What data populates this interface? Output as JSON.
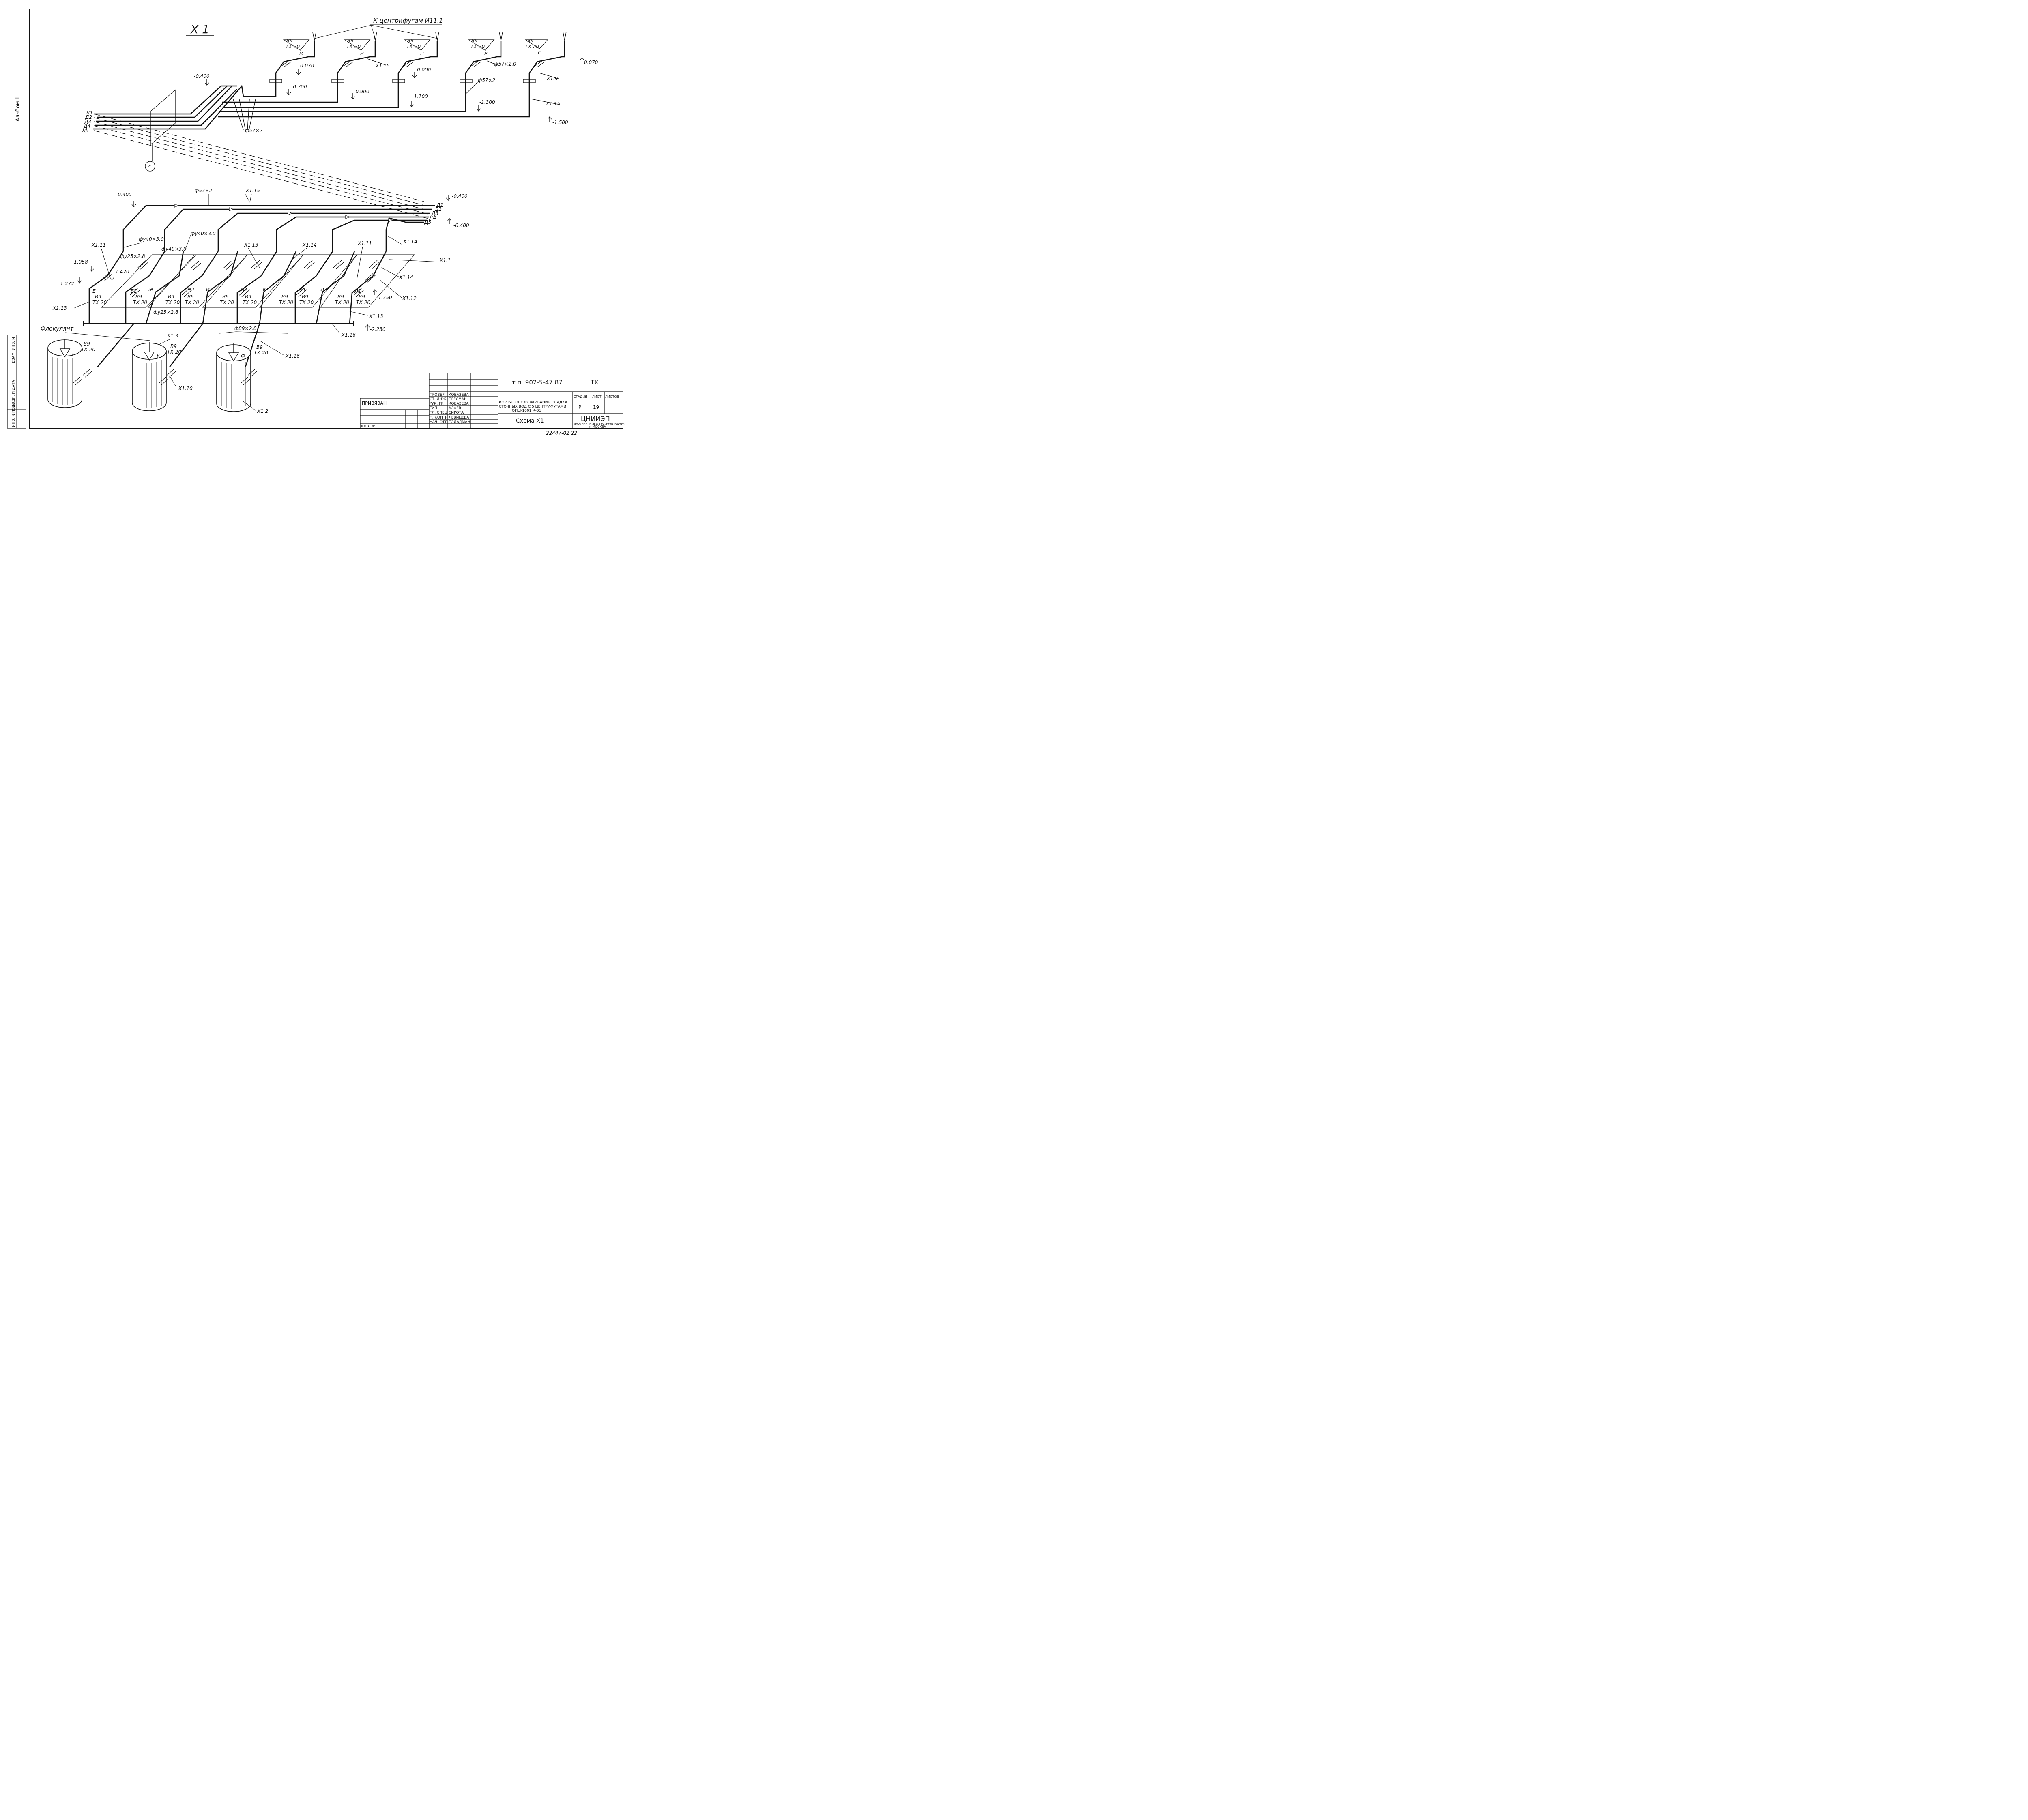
{
  "album_label": "Альбом II",
  "scheme_title": "X 1",
  "centrifuge_note": "К центрифугам И11.1",
  "upper": {
    "branches": [
      {
        "tag": "В9",
        "sub": "ТХ-20",
        "letter": "М"
      },
      {
        "tag": "В9",
        "sub": "ТХ-20",
        "letter": "Н"
      },
      {
        "tag": "В9",
        "sub": "ТХ-20",
        "letter": "П"
      },
      {
        "tag": "В9",
        "sub": "ТХ-20",
        "letter": "Р"
      },
      {
        "tag": "В9",
        "sub": "ТХ-20",
        "letter": "С"
      }
    ],
    "elevations": [
      "-0.400",
      "-0.700",
      "-0.900",
      "-1.100",
      "-1.300",
      "0.070",
      "0.000",
      "0.070",
      "-1.500"
    ],
    "pipe_labels": [
      "Х1.15",
      "ф57×2.0",
      "ф57×2",
      "Х1.9",
      "Х1.15",
      "ф57×2"
    ],
    "d_lines": [
      "Д1",
      "Д2",
      "Д3",
      "Д4",
      "Д5"
    ],
    "marker": "4"
  },
  "lower": {
    "top_labels": [
      "-0.400",
      "ф57×2",
      "Х1.15",
      "-0.400",
      "-0.400"
    ],
    "d_lines": [
      "Д1",
      "Д2",
      "Д3",
      "Д4",
      "Д5"
    ],
    "pipe_labels": [
      "фу40×3.0",
      "фу40×3.0",
      "фу40×3.0",
      "фу25×2.8",
      "фу25×2.8",
      "ф89×2.8"
    ],
    "x_labels": [
      "Х1.11",
      "Х1.13",
      "Х1.14",
      "Х1.11",
      "Х1.14",
      "Х1.1",
      "Х1.14",
      "Х1.12",
      "Х1.13",
      "Х1.13",
      "Х1.16",
      "Х1.16",
      "Х1.3",
      "Х1.10",
      "Х1.2"
    ],
    "elevations": [
      "-1.058",
      "-1.420",
      "-1.272",
      "-1.750",
      "-2.230"
    ],
    "valve_letters": [
      "Е",
      "Е1",
      "Ж",
      "Ж1",
      "И",
      "Н1",
      "К",
      "К1",
      "Л",
      "Л1"
    ],
    "valve_tag": "В9",
    "valve_sub": "ТХ-20",
    "flocculant": "Флокулянт",
    "tanks": [
      {
        "tag": "В9",
        "sub": "ТХ-20",
        "letter": "Т"
      },
      {
        "tag": "В9",
        "sub": "ТХ-20",
        "letter": "У"
      },
      {
        "tag": "В9",
        "sub": "ТХ-20",
        "letter": "Ф"
      }
    ]
  },
  "stamp": {
    "doc_code": "т.п. 902-5-47.87",
    "mark": "ТХ",
    "privyazan": "ПРИВЯЗАН",
    "inv": "ИНВ. N:",
    "roles": [
      {
        "role": "ПРОВЕР.",
        "name": "КОБАЗЕВА"
      },
      {
        "role": "СТ. ИНЖ.",
        "name": "ПРЕСМАН"
      },
      {
        "role": "РУК. ГР.",
        "name": "КОБАЗЕВА"
      },
      {
        "role": "ГИП",
        "name": "АЛАЕВ"
      },
      {
        "role": "ГЛ. СПЕЦ.",
        "name": "СИРОТА"
      },
      {
        "role": "Н. КОНТР.",
        "name": "ЛЕВИЦЕВА"
      },
      {
        "role": "НАЧ. ОТД.",
        "name": "ГОЛЬДМАН"
      }
    ],
    "description_1": "КОРПУС ОБЕЗВОЖИВАНИЯ ОСАДКА",
    "description_2": "СТОЧНЫХ ВОД С 5 ЦЕНТРИФУГАМИ",
    "description_3": "ОГШ-1001 К-01",
    "stage_h": "СТАДИЯ",
    "sheet_h": "ЛИСТ",
    "sheets_h": "ЛИСТОВ",
    "stage": "Р",
    "sheet": "19",
    "sheet_title": "Схема X1",
    "org_1": "ЦНИИЭП",
    "org_2": "ИНЖЕНЕРНОГО ОБОРУДОВАНИЯ",
    "org_3": "г. МОСКВА",
    "side_1": "ИНВ. N ПОДЛ.",
    "side_2": "ПОДП. И ДАТА",
    "side_3": "ВЗАМ. ИНВ. N",
    "footer_code": "22447-02  22"
  }
}
